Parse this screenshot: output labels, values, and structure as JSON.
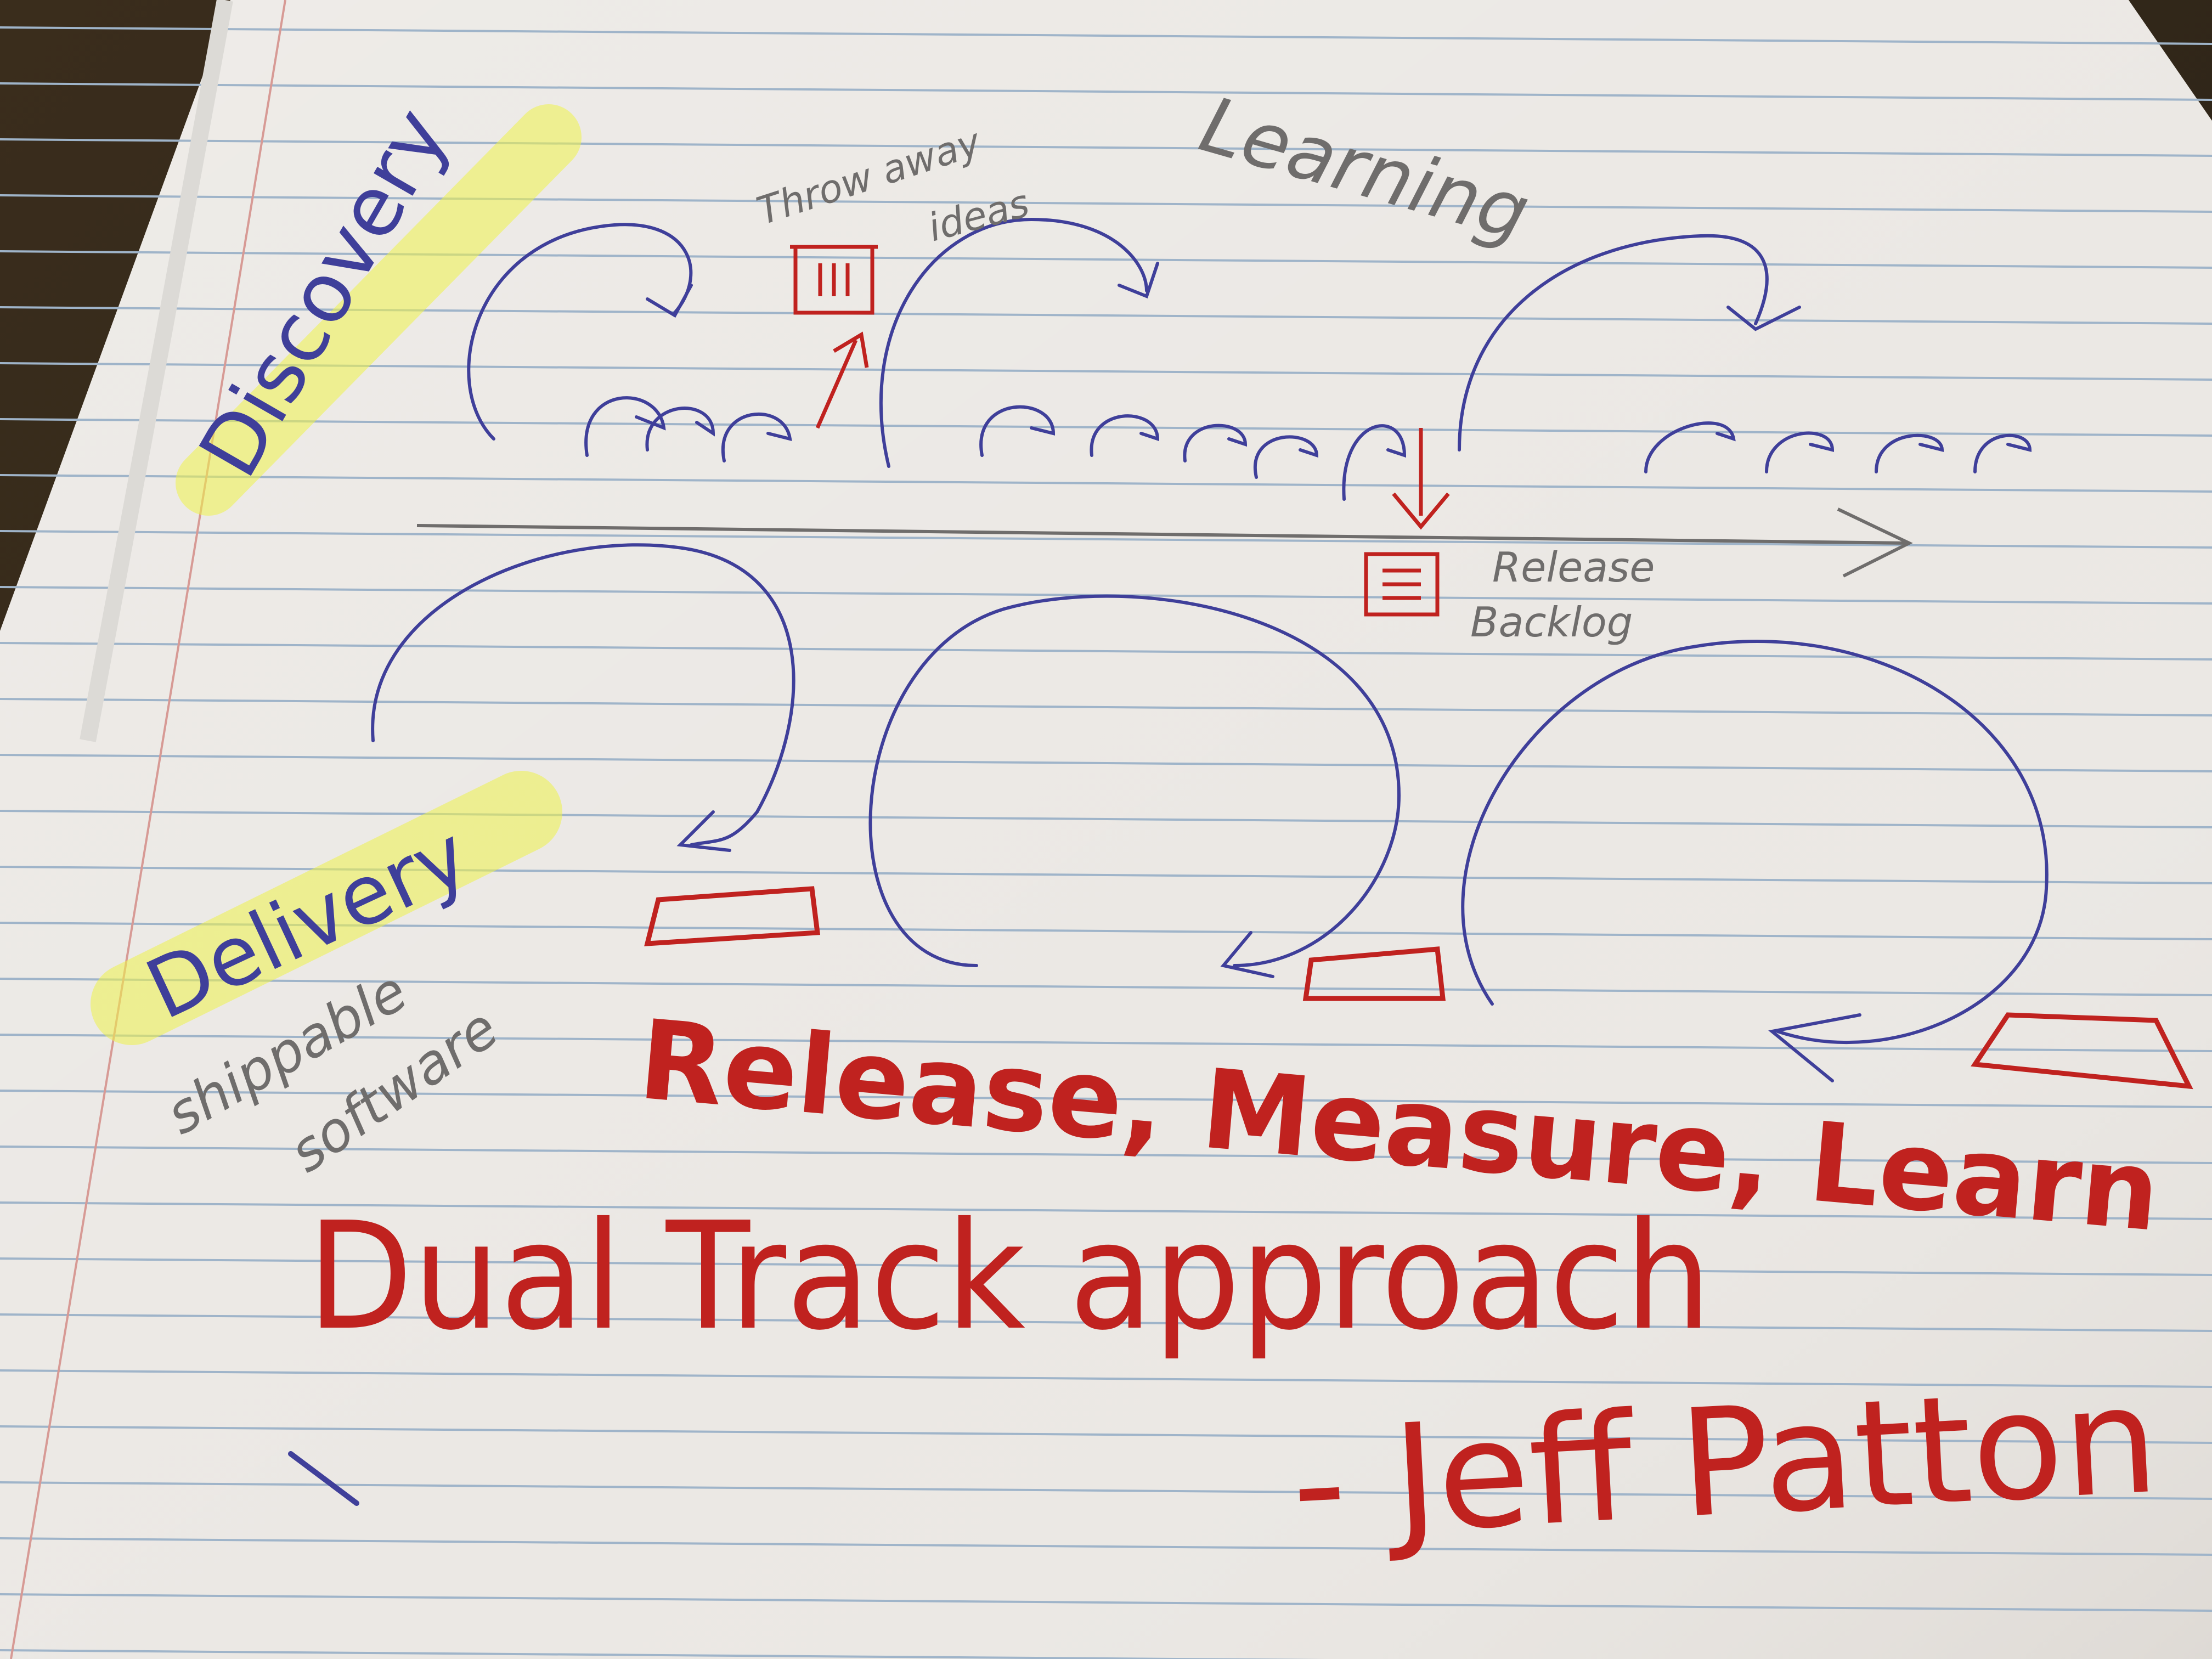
{
  "colors": {
    "paper": "#ebe8e4",
    "rule_line": "#9fb4c9",
    "margin_line": "#d79a95",
    "blue_ink": "#3f3f9a",
    "red_ink": "#c0221f",
    "pencil": "#6f6d6c",
    "highlighter": "#eef34a"
  },
  "notes": {
    "discovery": "Discovery",
    "throw_away": "Throw away",
    "ideas": "ideas",
    "learning": "Learning",
    "release_backlog_1": "Release",
    "release_backlog_2": "Backlog",
    "delivery": "Delivery",
    "shippable": "shippable",
    "software": "software",
    "release_measure_learn": "Release, Measure, Learn",
    "dual_track": "Dual Track approach",
    "attribution": "- Jeff Patton"
  },
  "icons": {
    "trash_can": "trash-can-icon",
    "backlog": "backlog-document-icon"
  }
}
